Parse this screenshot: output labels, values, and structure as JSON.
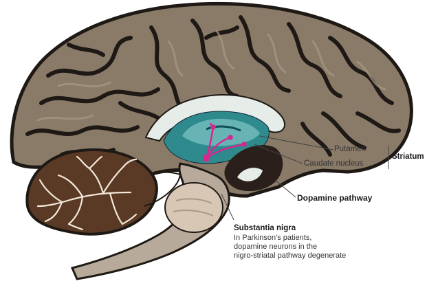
{
  "labels": {
    "putamen": "Putamen",
    "caudate": "Caudate nucleus",
    "striatum": "Striatum",
    "dopamine": "Dopamine pathway",
    "substantia_title": "Substantia nigra",
    "substantia_line1": "In Parkinson's patients,",
    "substantia_line2": "dopamine neurons in the",
    "substantia_line3": "nigro-striatal pathway degenerate"
  },
  "colors": {
    "cortex": "#8a7b69",
    "cortex_outline": "#1e1914",
    "gray_matter": "#a89a86",
    "striatum": "#2f8a8e",
    "striatum_light": "#8fd0cf",
    "cerebellum": "#5a3a25",
    "dopamine": "#d6278f"
  }
}
